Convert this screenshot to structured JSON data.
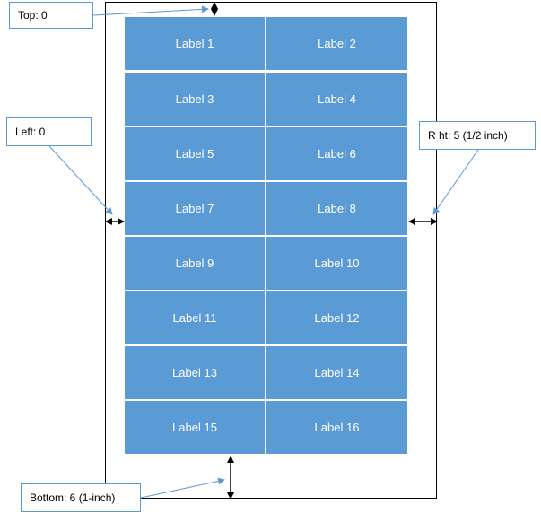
{
  "colors": {
    "label_fill": "#5b9bd5",
    "label_text": "#ffffff",
    "callout_border": "#5b9bd5",
    "leader_line": "#5b9bd5",
    "dimension_arrow": "#000000",
    "page_border": "#000000"
  },
  "callouts": {
    "top": "Top: 0",
    "left": "Left: 0",
    "right": "R   ht: 5 (1/2 inch)",
    "bottom": "Bottom: 6 (1-inch)"
  },
  "labels": [
    "Label 1",
    "Label 2",
    "Label 3",
    "Label 4",
    "Label 5",
    "Label 6",
    "Label 7",
    "Label 8",
    "Label 9",
    "Label 10",
    "Label 11",
    "Label 12",
    "Label 13",
    "Label 14",
    "Label 15",
    "Label 16"
  ]
}
